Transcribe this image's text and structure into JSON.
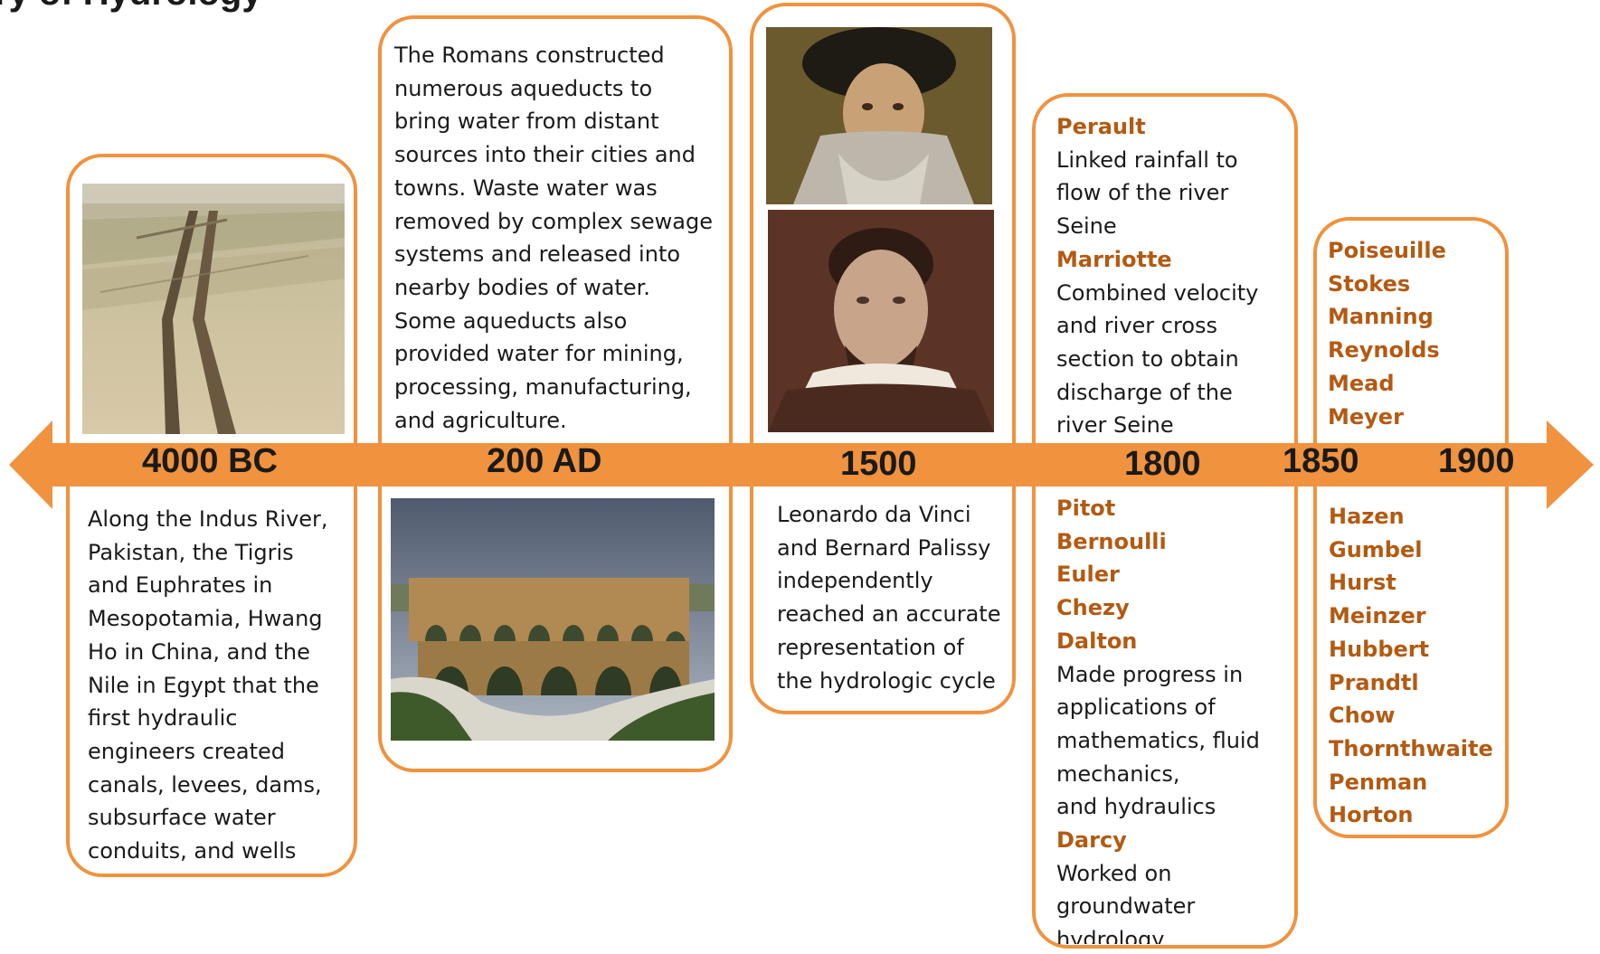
{
  "title": "ry of Hydrology",
  "colors": {
    "accent": "#f0923e",
    "name_text": "#b35a12"
  },
  "years": {
    "y4000bc": "4000 BC",
    "y200ad": "200 AD",
    "y1500": "1500",
    "y1800": "1800",
    "y1850": "1850",
    "y1900": "1900"
  },
  "indus_text": [
    "Along the Indus River,",
    "Pakistan, the Tigris",
    "and Euphrates in",
    "Mesopotamia, Hwang",
    "Ho in China, and the",
    "Nile in Egypt that the",
    "first hydraulic",
    "engineers created",
    "canals, levees, dams,",
    "subsurface water",
    "conduits, and wells"
  ],
  "romans_text": [
    "The Romans constructed",
    "numerous aqueducts to",
    "bring water from distant",
    "sources into their cities and",
    "towns. Waste water was",
    "removed by complex sewage",
    "systems and released into",
    "nearby bodies of water.",
    "Some aqueducts also",
    "provided water for mining,",
    "processing, manufacturing,",
    "and agriculture."
  ],
  "renaissance_text": [
    "Leonardo da Vinci",
    "and Bernard Palissy",
    "independently",
    "reached an accurate",
    "representation of",
    "the hydrologic cycle"
  ],
  "c1800_top": [
    {
      "type": "name",
      "text": "Perault"
    },
    {
      "type": "line",
      "text": "Linked rainfall to"
    },
    {
      "type": "line",
      "text": "flow of the river"
    },
    {
      "type": "line",
      "text": "Seine"
    },
    {
      "type": "name",
      "text": "Marriotte"
    },
    {
      "type": "line",
      "text": "Combined velocity"
    },
    {
      "type": "line",
      "text": "and river cross"
    },
    {
      "type": "line",
      "text": "section to obtain"
    },
    {
      "type": "line",
      "text": "discharge of the"
    },
    {
      "type": "line",
      "text": "river Seine"
    }
  ],
  "c1800_bottom": [
    {
      "type": "name",
      "text": "Pitot"
    },
    {
      "type": "name",
      "text": "Bernoulli"
    },
    {
      "type": "name",
      "text": "Euler"
    },
    {
      "type": "name",
      "text": "Chezy"
    },
    {
      "type": "name",
      "text": "Dalton"
    },
    {
      "type": "line",
      "text": "Made progress in"
    },
    {
      "type": "line",
      "text": "applications of"
    },
    {
      "type": "line",
      "text": "mathematics, fluid"
    },
    {
      "type": "line",
      "text": "mechanics,"
    },
    {
      "type": "line",
      "text": "and hydraulics"
    },
    {
      "type": "name",
      "text": "Darcy"
    },
    {
      "type": "line",
      "text": "Worked on"
    },
    {
      "type": "line",
      "text": "groundwater"
    },
    {
      "type": "line",
      "text": "hydrology"
    }
  ],
  "c1850_names": [
    "Poiseuille",
    "Stokes",
    "Manning",
    "Reynolds",
    "Mead",
    "Meyer"
  ],
  "c1900_names": [
    "Hazen",
    "Gumbel",
    "Hurst",
    "Meinzer",
    "Hubbert",
    "Prandtl",
    "Chow",
    "Thornthwaite",
    "Penman",
    "Horton"
  ]
}
